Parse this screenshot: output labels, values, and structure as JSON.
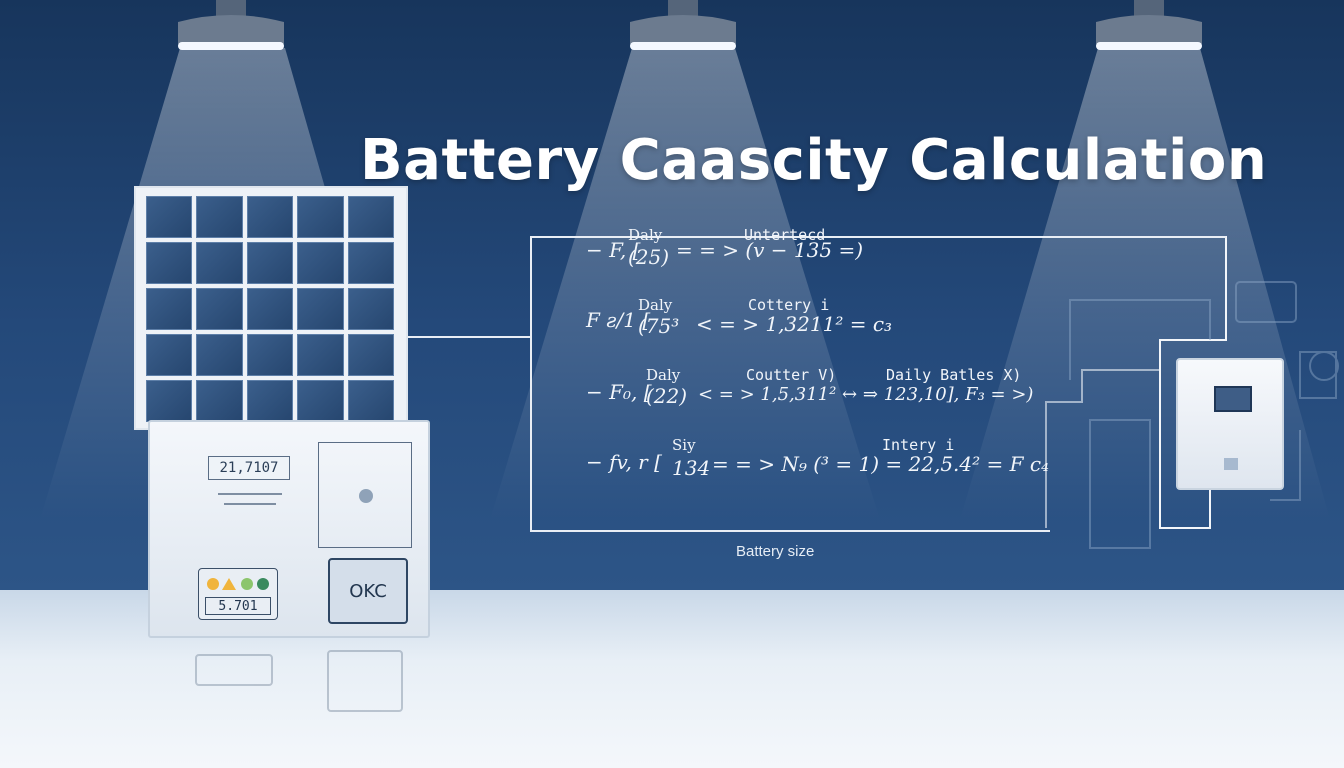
{
  "title": "Battery Caascity Calculation",
  "caption": "Battery size",
  "battery": {
    "readout": "21,7107",
    "voltage": "5.701",
    "gauge_label": "OKC"
  },
  "equations": [
    {
      "prefix": "− F, [",
      "top": "Daly",
      "bottom": "(25)",
      "mid": "= = > (v − 135 =)",
      "label": "Untertecd"
    },
    {
      "prefix": "F ƨ/1 [",
      "top": "Daly",
      "bottom": "(75³",
      "mid": "< = > 1,3211² = c₃",
      "label": "Cottery i"
    },
    {
      "prefix": "− F₀, [",
      "top": "Daly",
      "bottom": "(22)",
      "mid": "< = > 1,5,311² ↔ ⇒ 123,10], F₃ = >)",
      "label": "Coutter V)",
      "label2": "Daily Batles X)"
    },
    {
      "prefix": "− fv, r [",
      "top": "Siy",
      "bottom": "134",
      "mid": "= = > N₉ (³ = 1) = 22,5.4² = F c₄",
      "label": "Intery i"
    }
  ],
  "colors": {
    "wall": "#1b3a63",
    "floor": "#e8eff6",
    "line": "#e9eef5",
    "panel_cell": "#2f5280"
  }
}
